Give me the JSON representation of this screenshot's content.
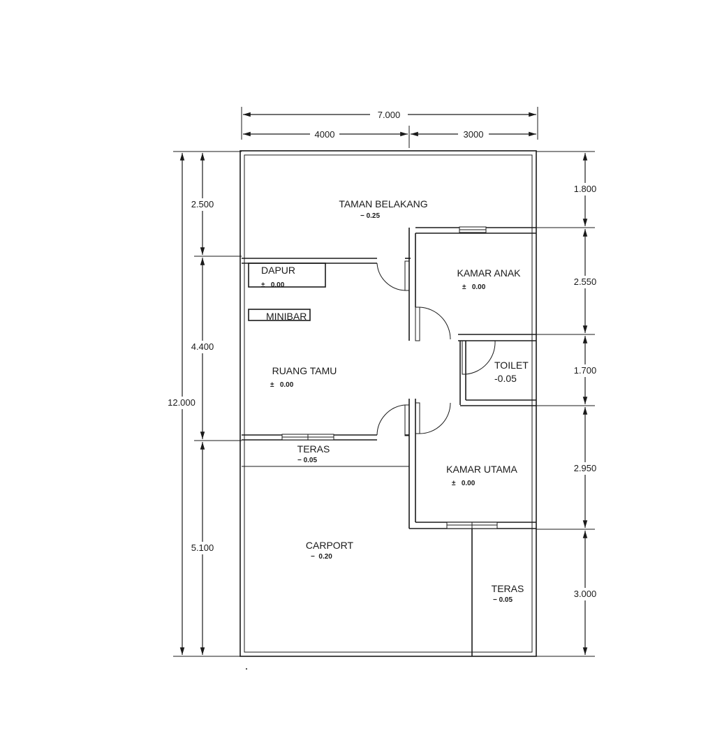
{
  "dimensions": {
    "total_width": "7.000",
    "left_width": "4000",
    "right_width": "3000",
    "total_depth": "12.000",
    "left_segments": [
      "2.500",
      "4.400",
      "5.100"
    ],
    "right_segments": [
      "1.800",
      "2.550",
      "1.700",
      "2.950",
      "3.000"
    ]
  },
  "rooms": {
    "taman_belakang": {
      "name": "TAMAN BELAKANG",
      "level": "− 0.25"
    },
    "dapur": {
      "name": "DAPUR",
      "level": "±   0.00"
    },
    "minibar": {
      "name": "MINIBAR"
    },
    "kamar_anak": {
      "name": "KAMAR ANAK",
      "level": "±   0.00"
    },
    "toilet": {
      "name": "TOILET",
      "level": "-0.05"
    },
    "ruang_tamu": {
      "name": "RUANG TAMU",
      "level": "±   0.00"
    },
    "teras_front": {
      "name": "TERAS",
      "level": "− 0.05"
    },
    "kamar_utama": {
      "name": "KAMAR UTAMA",
      "level": "±   0.00"
    },
    "carport": {
      "name": "CARPORT",
      "level": "−  0.20"
    },
    "teras_side": {
      "name": "TERAS",
      "level": "− 0.05"
    }
  }
}
